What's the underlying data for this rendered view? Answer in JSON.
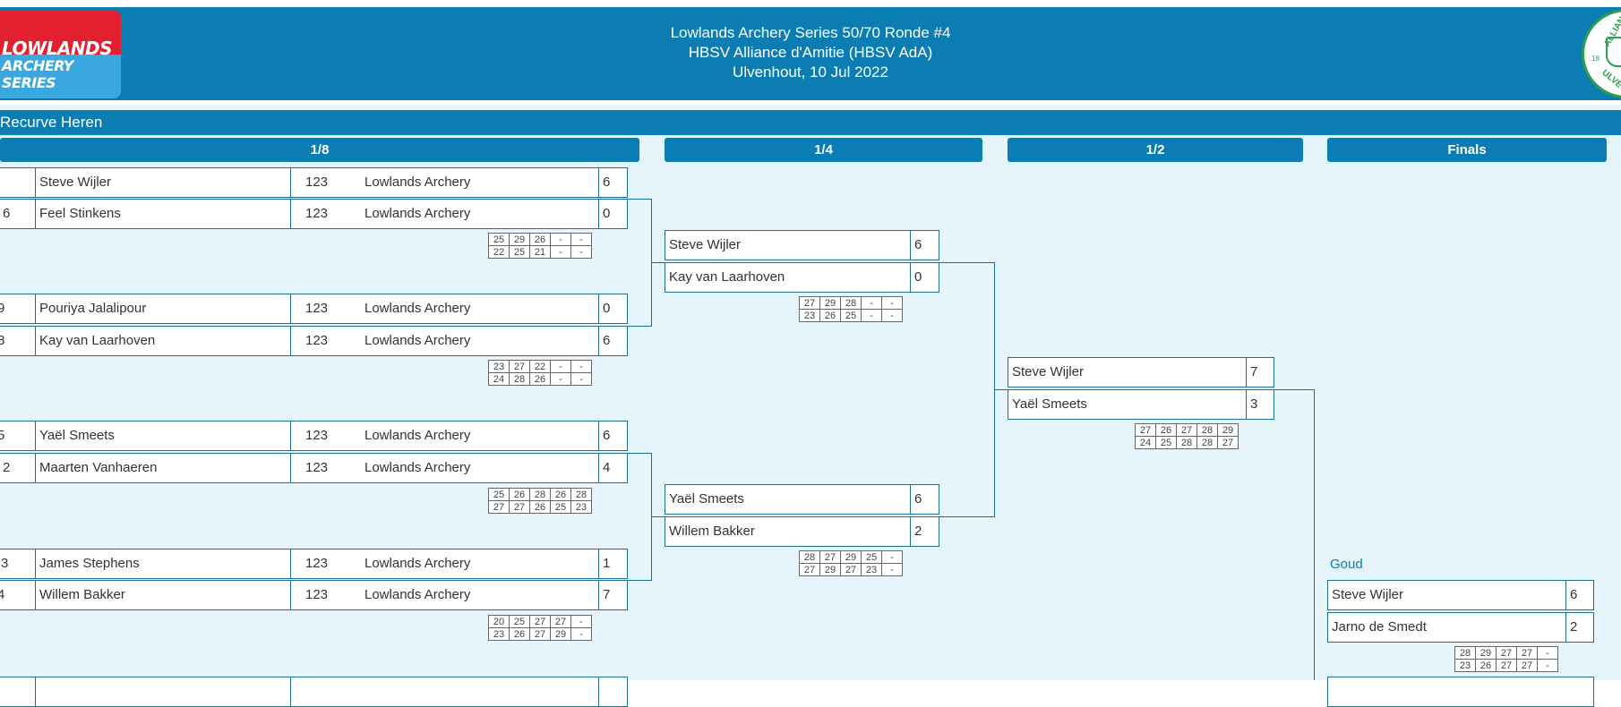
{
  "header": {
    "logo_line1": "LOWLANDS",
    "logo_line2": "ARCHERY SERIES",
    "title_line1": "Lowlands Archery Series 50/70 Ronde #4",
    "title_line2": "HBSV Alliance d'Amitie (HBSV AdA)",
    "title_line3": "Ulvenhout, 10 Jul 2022",
    "seal_text1": "ALLIANC",
    "seal_text2": "ULVE",
    "seal_text3": "18"
  },
  "category": "Recurve Heren",
  "rounds": [
    "1/8",
    "1/4",
    "1/2",
    "Finals"
  ],
  "r8": [
    {
      "seed": "",
      "name": "Steve Wijler",
      "score": "123",
      "club": "Lowlands Archery",
      "sets": "6"
    },
    {
      "seed": "6",
      "name": "Feel Stinkens",
      "score": "123",
      "club": "Lowlands Archery",
      "sets": "0"
    },
    {
      "seed": "9",
      "name": "Pouriya Jalalipour",
      "score": "123",
      "club": "Lowlands Archery",
      "sets": "0"
    },
    {
      "seed": "8",
      "name": "Kay van Laarhoven",
      "score": "123",
      "club": "Lowlands Archery",
      "sets": "6"
    },
    {
      "seed": "5",
      "name": "Yaël Smeets",
      "score": "123",
      "club": "Lowlands Archery",
      "sets": "6"
    },
    {
      "seed": "2",
      "name": "Maarten Vanhaeren",
      "score": "123",
      "club": "Lowlands Archery",
      "sets": "4"
    },
    {
      "seed": "3",
      "name": "James Stephens",
      "score": "123",
      "club": "Lowlands Archery",
      "sets": "1"
    },
    {
      "seed": "4",
      "name": "Willem Bakker",
      "score": "123",
      "club": "Lowlands Archery",
      "sets": "7"
    }
  ],
  "r8_scores": [
    [
      [
        "25",
        "29",
        "26",
        "-",
        "-"
      ],
      [
        "22",
        "25",
        "21",
        "-",
        "-"
      ]
    ],
    [
      [
        "23",
        "27",
        "22",
        "-",
        "-"
      ],
      [
        "24",
        "28",
        "26",
        "-",
        "-"
      ]
    ],
    [
      [
        "25",
        "26",
        "28",
        "26",
        "28"
      ],
      [
        "27",
        "27",
        "26",
        "25",
        "23"
      ]
    ],
    [
      [
        "20",
        "25",
        "27",
        "27",
        "-"
      ],
      [
        "23",
        "26",
        "27",
        "29",
        "-"
      ]
    ]
  ],
  "r4": [
    {
      "name": "Steve Wijler",
      "sets": "6"
    },
    {
      "name": "Kay van Laarhoven",
      "sets": "0"
    },
    {
      "name": "Yaël Smeets",
      "sets": "6"
    },
    {
      "name": "Willem Bakker",
      "sets": "2"
    }
  ],
  "r4_scores": [
    [
      [
        "27",
        "29",
        "28",
        "-",
        "-"
      ],
      [
        "23",
        "26",
        "25",
        "-",
        "-"
      ]
    ],
    [
      [
        "28",
        "27",
        "29",
        "25",
        "-"
      ],
      [
        "27",
        "29",
        "27",
        "23",
        "-"
      ]
    ]
  ],
  "r2": [
    {
      "name": "Steve Wijler",
      "sets": "7"
    },
    {
      "name": "Yaël Smeets",
      "sets": "3"
    }
  ],
  "r2_scores": [
    [
      [
        "27",
        "26",
        "27",
        "28",
        "29"
      ],
      [
        "24",
        "25",
        "28",
        "28",
        "27"
      ]
    ]
  ],
  "finals": {
    "label": "Goud",
    "players": [
      {
        "name": "Steve Wijler",
        "sets": "6"
      },
      {
        "name": "Jarno de Smedt",
        "sets": "2"
      }
    ],
    "scores": [
      [
        "28",
        "29",
        "27",
        "27",
        "-"
      ],
      [
        "23",
        "26",
        "27",
        "27",
        "-"
      ]
    ]
  }
}
